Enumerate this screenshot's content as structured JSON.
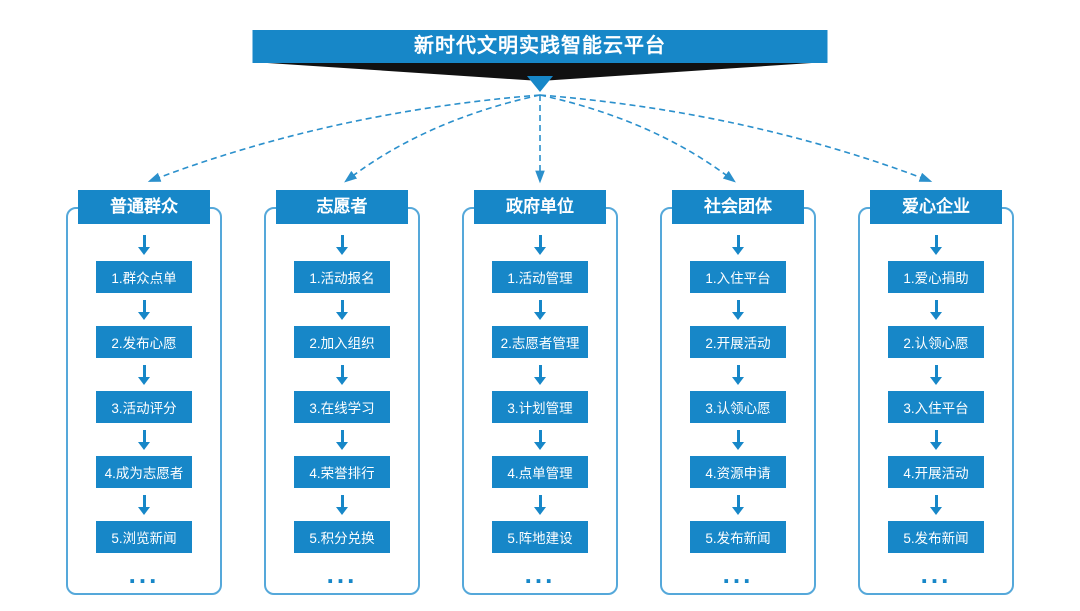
{
  "title": "新时代文明实践智能云平台",
  "columns": [
    {
      "header": "普通群众",
      "items": [
        "1.群众点单",
        "2.发布心愿",
        "3.活动评分",
        "4.成为志愿者",
        "5.浏览新闻"
      ],
      "ellipsis": "..."
    },
    {
      "header": "志愿者",
      "items": [
        "1.活动报名",
        "2.加入组织",
        "3.在线学习",
        "4.荣誉排行",
        "5.积分兑换"
      ],
      "ellipsis": "..."
    },
    {
      "header": "政府单位",
      "items": [
        "1.活动管理",
        "2.志愿者管理",
        "3.计划管理",
        "4.点单管理",
        "5.阵地建设"
      ],
      "ellipsis": "..."
    },
    {
      "header": "社会团体",
      "items": [
        "1.入住平台",
        "2.开展活动",
        "3.认领心愿",
        "4.资源申请",
        "5.发布新闻"
      ],
      "ellipsis": "..."
    },
    {
      "header": "爱心企业",
      "items": [
        "1.爱心捐助",
        "2.认领心愿",
        "3.入住平台",
        "4.开展活动",
        "5.发布新闻"
      ],
      "ellipsis": "..."
    }
  ],
  "colors": {
    "primary": "#1787c8",
    "outline": "#55a8da",
    "dashed": "#2b90cc",
    "funnel_dark": "#111111"
  }
}
